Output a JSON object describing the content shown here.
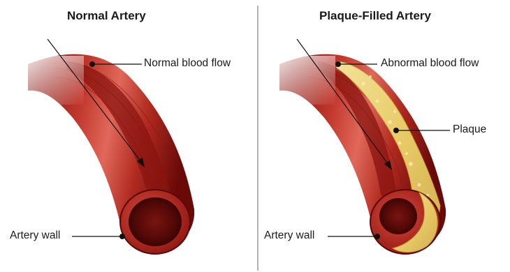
{
  "left_panel": {
    "title": "Normal Artery",
    "labels": {
      "flow": "Normal blood flow",
      "wall": "Artery wall"
    }
  },
  "right_panel": {
    "title": "Plaque-Filled Artery",
    "labels": {
      "flow": "Abnormal blood flow",
      "plaque": "Plaque",
      "wall": "Artery wall"
    }
  },
  "colors": {
    "artery_dark": "#6e0a08",
    "artery_mid": "#a8201a",
    "artery_light": "#d24a3c",
    "lumen": "#4a0705",
    "plaque": "#ead27a",
    "divider": "#9a9a9a",
    "leader": "#111111"
  }
}
